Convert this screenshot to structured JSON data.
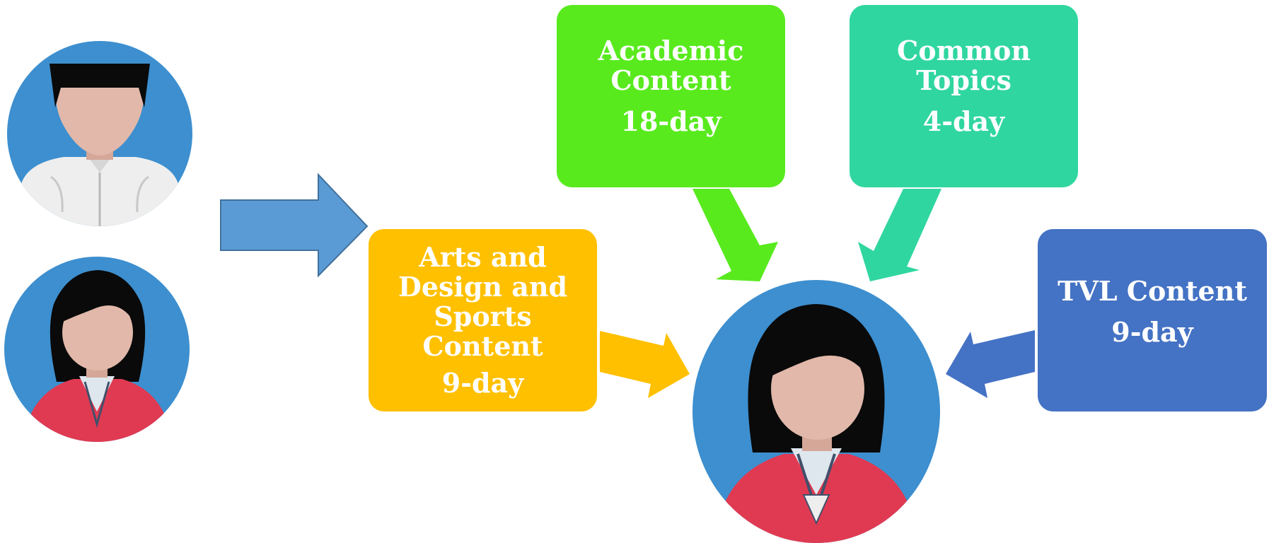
{
  "boxes": {
    "academic": {
      "title": "Academic Content",
      "duration": "18-day",
      "color": "#59ea1e"
    },
    "common": {
      "title": "Common Topics",
      "duration": "4-day",
      "color": "#30d6a0"
    },
    "arts": {
      "title": "Arts and Design and Sports Content",
      "duration": "9-day",
      "color": "#ffc000"
    },
    "tvl": {
      "title": "TVL Content",
      "duration": "9-day",
      "color": "#4472c4"
    }
  },
  "colors": {
    "avatar_bg": "#3d8fcf",
    "skin": "#e1b8aa",
    "hair": "#0a0a0a",
    "uniform_red": "#e03a52",
    "barong": "#eeeeee",
    "main_arrow": "#5b9bd5"
  },
  "figures": [
    "male-teacher-avatar",
    "female-teacher-avatar",
    "learner-avatar"
  ]
}
